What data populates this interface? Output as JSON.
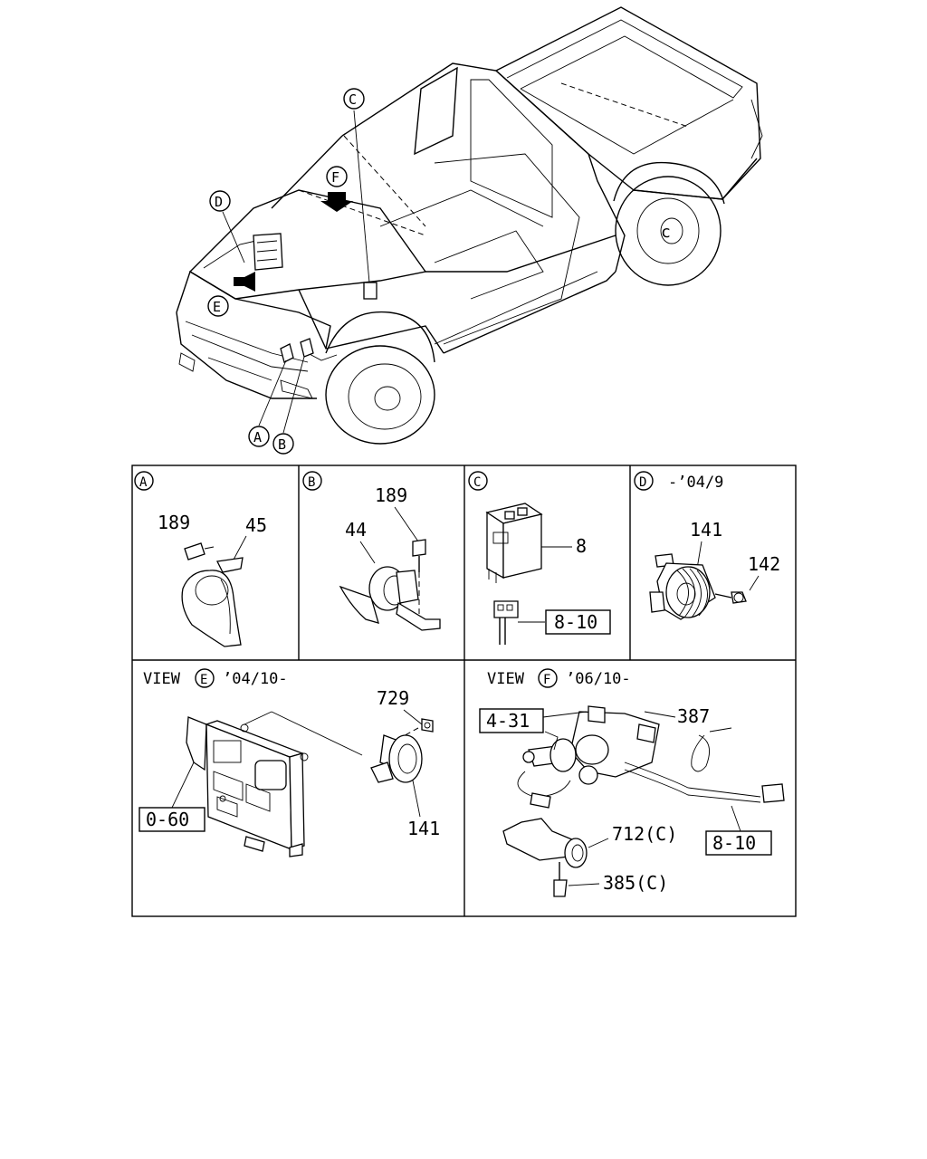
{
  "callouts": {
    "A": "A",
    "B": "B",
    "C": "C",
    "D": "D",
    "E": "E",
    "F": "F"
  },
  "panel_a": {
    "letter": "A",
    "parts": [
      "189",
      "45"
    ]
  },
  "panel_b": {
    "letter": "B",
    "parts": [
      "189",
      "44"
    ]
  },
  "panel_c": {
    "letter": "C",
    "parts": [
      "8"
    ],
    "ref_boxes": [
      "8-10"
    ]
  },
  "panel_d": {
    "letter": "D",
    "date": "-’04/9",
    "parts": [
      "141",
      "142"
    ]
  },
  "panel_e": {
    "view": "VIEW",
    "letter": "E",
    "date": "’04/10-",
    "parts": [
      "729",
      "141"
    ],
    "ref_boxes": [
      "0-60"
    ]
  },
  "panel_f": {
    "view": "VIEW",
    "letter": "F",
    "date": "’06/10-",
    "parts": [
      "387",
      "712(C)",
      "385(C)"
    ],
    "ref_boxes": [
      "4-31",
      "8-10"
    ]
  },
  "colors": {
    "line": "#000000",
    "background": "#ffffff"
  }
}
